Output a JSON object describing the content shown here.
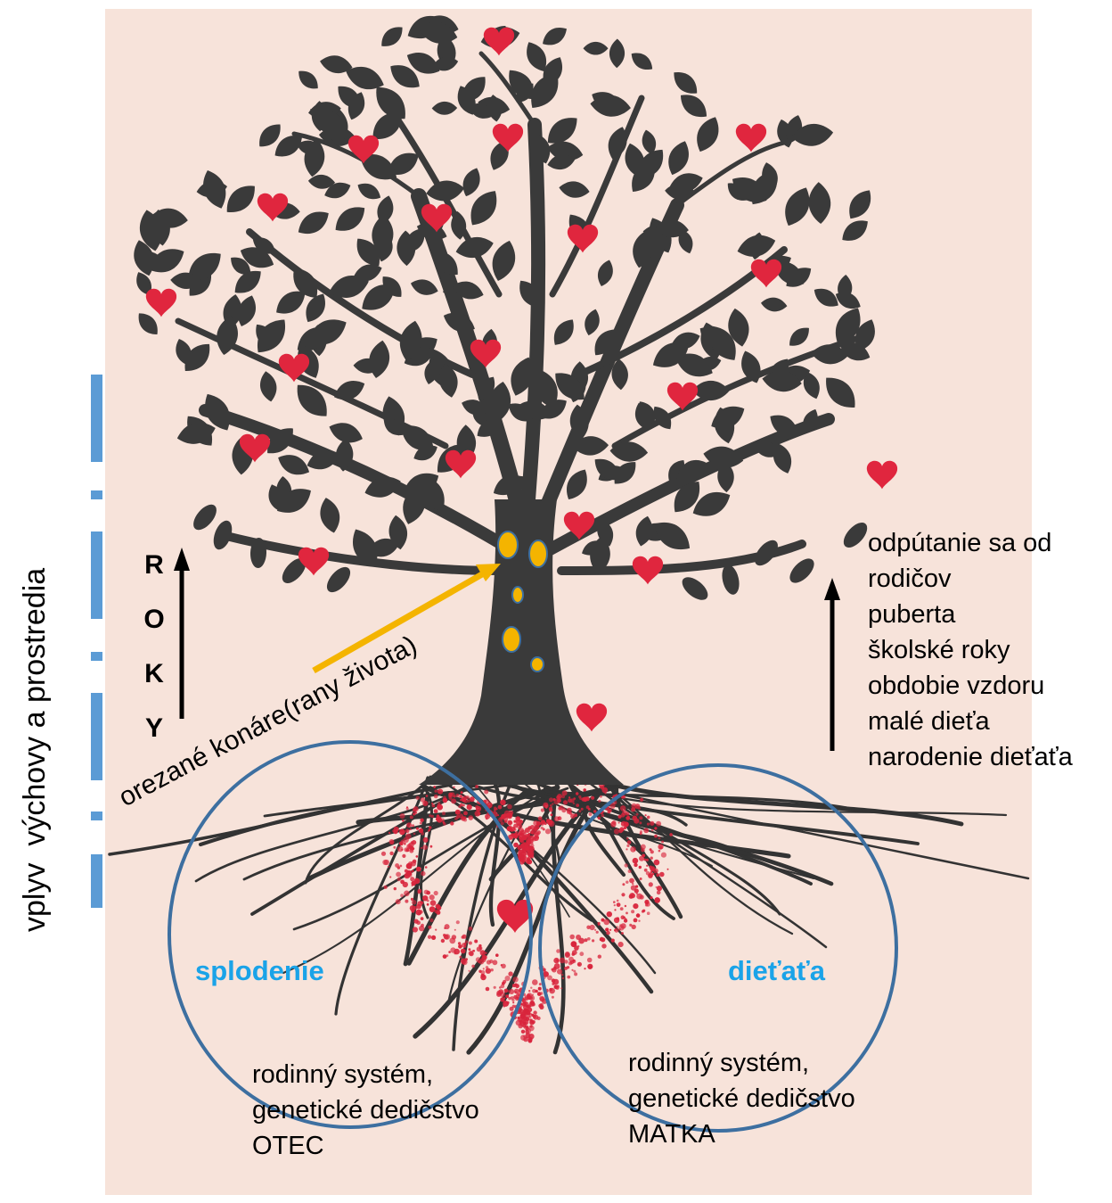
{
  "side_label": "vplyv  výchovy a prostredia",
  "years": {
    "letters": [
      "R",
      "O",
      "K",
      "Y"
    ]
  },
  "pruned_branches_label": "orezané konáre(rany života)",
  "life_stages": [
    "odpútanie sa od",
    "rodičov",
    "puberta",
    "školské roky",
    "obdobie vzdoru",
    "malé dieťa",
    "narodenie dieťaťa"
  ],
  "left_circle": {
    "title": "splodenie",
    "lines": [
      "rodinný systém,",
      "genetické dedičstvo",
      "OTEC"
    ]
  },
  "right_circle": {
    "title": "dieťaťa",
    "lines": [
      "rodinný systém,",
      "genetické dedičstvo",
      "MATKA"
    ]
  },
  "colors": {
    "background": "#f7e3da",
    "tree": "#3a3a3a",
    "hearts": "#e0263e",
    "accent_arrow": "#f4b400",
    "circles": "#3d6fa0",
    "circle_titles": "#1aa3e8",
    "side_bars": "#5b9bd5"
  }
}
